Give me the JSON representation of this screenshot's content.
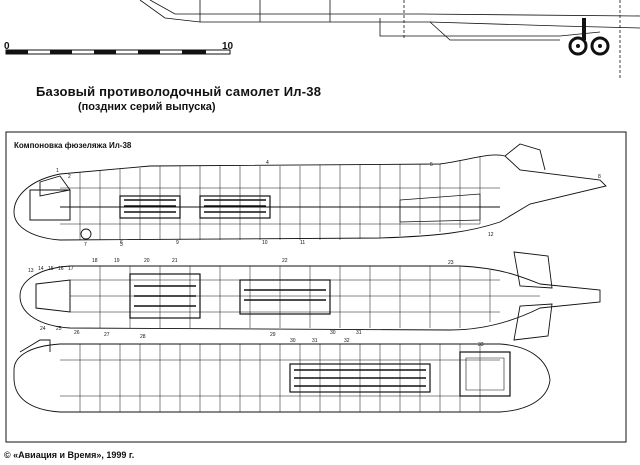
{
  "title": "Базовый противолодочный самолет Ил-38",
  "subtitle": "(поздних серий выпуска)",
  "scale": {
    "start_label": "0",
    "end_label": "10"
  },
  "panel_title": "Компоновка фюзеляжа Ил-38",
  "credit": "© «Авиация и Время», 1999 г.",
  "callouts": {
    "side_view": [
      "1",
      "2",
      "3",
      "4",
      "5",
      "6",
      "7",
      "8",
      "9",
      "10",
      "11",
      "12"
    ],
    "top_view": [
      "13",
      "14",
      "15",
      "16",
      "17",
      "18",
      "19",
      "20",
      "21",
      "22",
      "23",
      "24",
      "25",
      "26",
      "27",
      "28",
      "29",
      "30",
      "31"
    ],
    "cutaway_view": [
      "30",
      "31",
      "32",
      "33"
    ]
  },
  "colors": {
    "ink": "#111111",
    "paper": "#ffffff"
  }
}
